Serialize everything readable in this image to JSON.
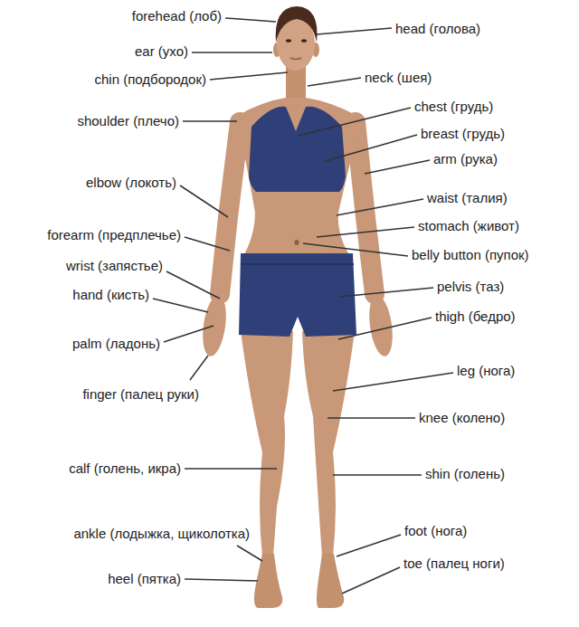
{
  "diagram": {
    "labels": [
      "forehead (лоб)",
      "head (голова)",
      "ear (ухо)",
      "neck (шея)",
      "chin (подбородок)",
      "chest (грудь)",
      "shoulder (плечо)",
      "breast (грудь)",
      "arm (рука)",
      "elbow (локоть)",
      "waist (талия)",
      "stomach (живот)",
      "forearm (предплечье)",
      "belly button (пупок)",
      "wrist (запястье)",
      "pelvis (таз)",
      "hand (кисть)",
      "thigh (бедро)",
      "palm (ладонь)",
      "leg (нога)",
      "finger (палец руки)",
      "knee (колено)",
      "calf (голень, икра)",
      "shin (голень)",
      "foot (нога)",
      "ankle (лодыжка, щиколотка)",
      "toe (палец ноги)",
      "heel (пятка)"
    ]
  }
}
